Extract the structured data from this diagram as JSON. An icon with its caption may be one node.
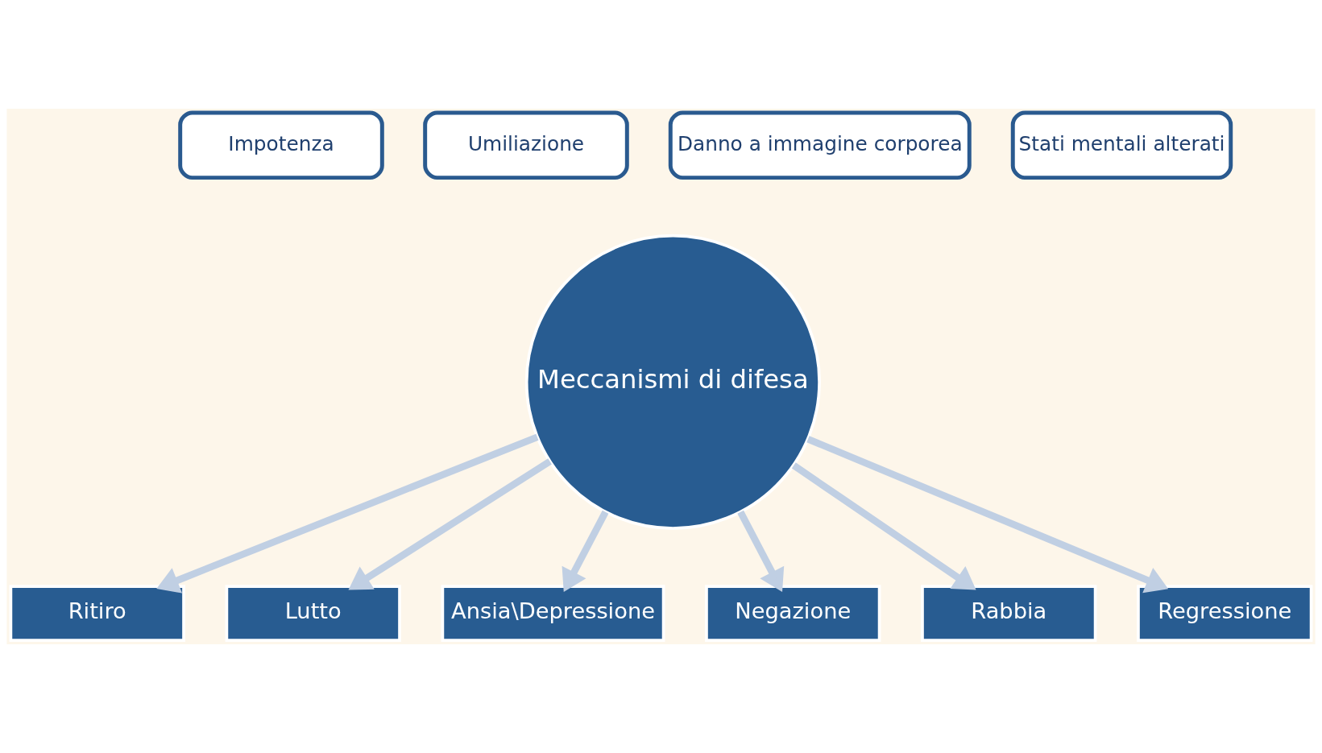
{
  "diagram": {
    "nodes": [
      {
        "text": [
          "Impotenza"
        ]
      },
      {
        "text": [
          "Umiliazione"
        ]
      },
      {
        "text": [
          "Danno a immagine corporea"
        ]
      },
      {
        "text": [
          "Stati mentali alterati"
        ]
      },
      {
        "text": [
          "Meccanismi di difesa"
        ]
      },
      {
        "text": [
          "Ritiro"
        ]
      },
      {
        "text": [
          "Lutto"
        ]
      },
      {
        "text": [
          "Ansia\\Depressione"
        ]
      },
      {
        "text": [
          "Negazione"
        ]
      },
      {
        "text": [
          "Rabbia"
        ]
      },
      {
        "text": [
          "Regressione"
        ]
      }
    ],
    "edges": [
      {
        "from": 4,
        "to": 5,
        "arrow": "to"
      },
      {
        "from": 4,
        "to": 6,
        "arrow": "to"
      },
      {
        "from": 4,
        "to": 7,
        "arrow": "to"
      },
      {
        "from": 4,
        "to": 8,
        "arrow": "to"
      },
      {
        "from": 4,
        "to": 9,
        "arrow": "to"
      },
      {
        "from": 4,
        "to": 10,
        "arrow": "to"
      }
    ]
  }
}
